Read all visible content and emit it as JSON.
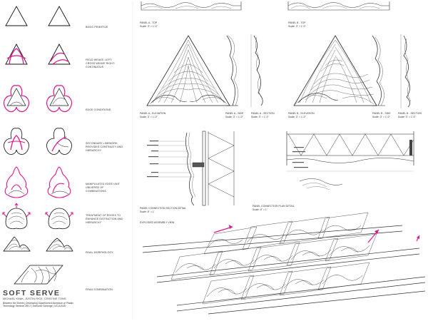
{
  "project": {
    "title": "SOFT SERVE",
    "authors": "MICHAEL KNAK, JUSTIN RICE, CRISTINE TONG",
    "course_lines": [
      "Between the Sheets | Developing Superformed Aluminum w/ Plastic",
      "Technology Seminar 289.2 | Instructor Schenge | UCLA AUD"
    ]
  },
  "process_steps": [
    "BASIC PRIMITIVE",
    "FIELD WEAVE: LEFT: CROSS WEAVE RIGHT: CONTINUOUS",
    "EDGE CONDITIONS",
    "SECONDARY LINEWORK PROVIDES CONTINUITY AND HIERARCHY",
    "MANIPULATED EDGE UNIT UNIVERSE OF COMBINATIONS",
    "TREATMENT OF EDGES TO ENHANCE DISTINCTION AND HIERARCHY",
    "FINAL MORPHOLOGY",
    "FINAL COMBINATION"
  ],
  "drawings": {
    "panel_a_top": {
      "title": "PANEL A - TOP",
      "scale": "Scale: 3\" = 1'-0\""
    },
    "panel_b_top": {
      "title": "PANEL B - TOP",
      "scale": "Scale: 3\" = 1'-0\""
    },
    "panel_a_elevation": {
      "title": "PANEL A - ELEVATION",
      "scale": "Scale: 3\" = 1'-0\""
    },
    "panel_a_side": {
      "title": "PANEL A - SIDE",
      "scale": "Scale: 3\" = 1'-0\""
    },
    "panel_a_section": {
      "title": "PANEL A - SECTION",
      "scale": "Scale: 3\" = 1'-0\""
    },
    "panel_b_elevation": {
      "title": "PANEL B - ELEVATION",
      "scale": "Scale: 3\" = 1'-0\""
    },
    "panel_b_side": {
      "title": "PANEL B - SIDE",
      "scale": "Scale: 3\" = 1'-0\""
    },
    "panel_b_section": {
      "title": "PANEL B - SECTION",
      "scale": "Scale: 3\" = 1'-0\""
    },
    "connection_section": {
      "title": "PANEL CONNECTION SECTION DETAIL",
      "scale": "Scale: 6\" = 1'"
    },
    "connection_plan": {
      "title": "PANEL CONNECTION PLAN DETAIL",
      "scale": "Scale: 6\" = 1'"
    },
    "exploded": {
      "title": "EXPLODED ASSEMBLY VIEW"
    }
  },
  "colors": {
    "accent": "#e0148c",
    "line": "#333333",
    "background": "#ffffff"
  },
  "icons": [
    "triangle-primitive-icon",
    "arrow-icon"
  ]
}
